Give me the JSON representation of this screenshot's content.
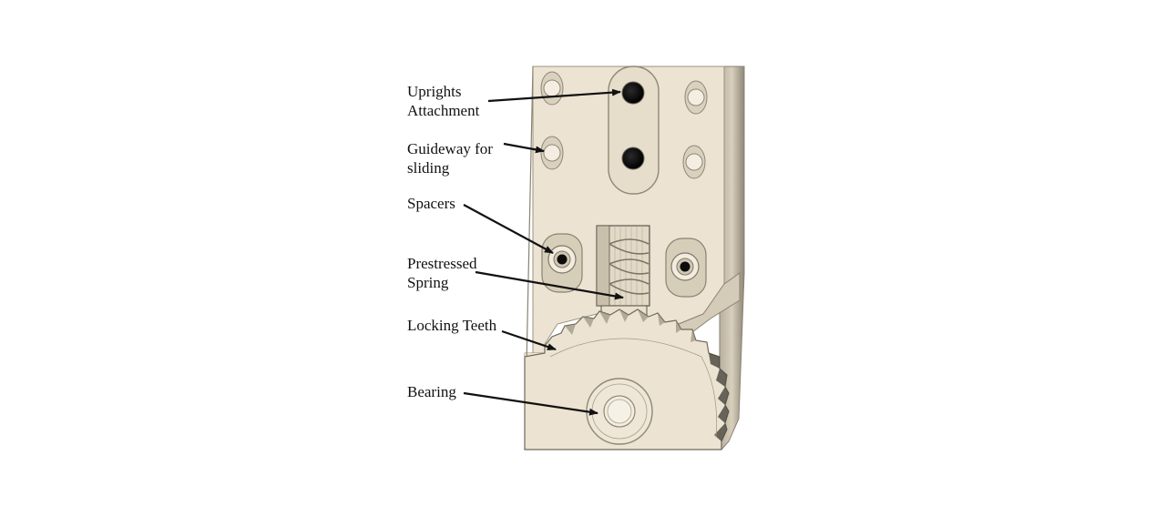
{
  "diagram": {
    "part_color": "#ece3d2",
    "edge_color": "#9a9382",
    "shadow_color": "#5c574c",
    "hole_color": "#0c0c0c",
    "label_color": "#111111",
    "labels": {
      "uprights_line1": "Uprights",
      "uprights_line2": "Attachment",
      "guideway_line1": "Guideway for",
      "guideway_line2": "sliding",
      "spacers": "Spacers",
      "spring_line1": "Prestressed",
      "spring_line2": "Spring",
      "teeth": "Locking Teeth",
      "bearing": "Bearing"
    }
  }
}
